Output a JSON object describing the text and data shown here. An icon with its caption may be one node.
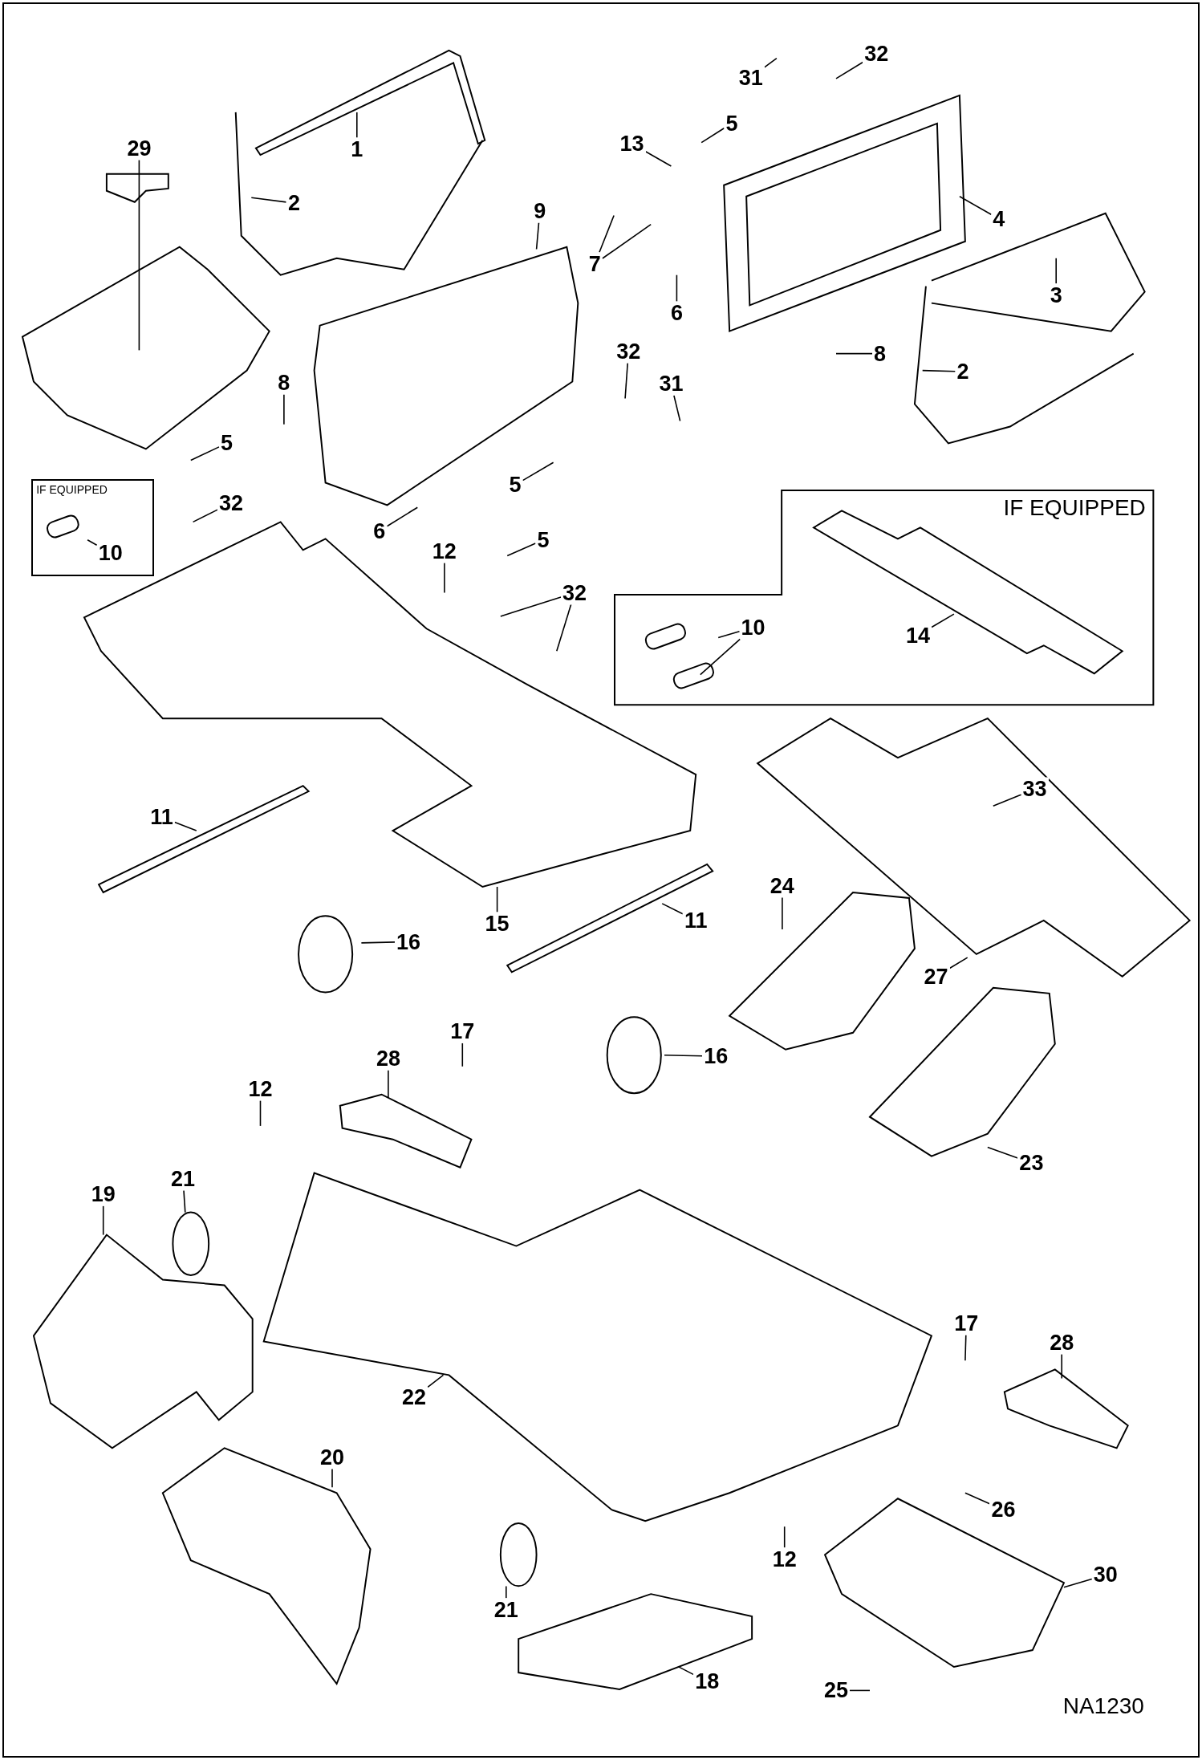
{
  "diagram": {
    "nodes": [
      {
        "text": [
          "1"
        ]
      },
      {
        "text": [
          "2"
        ]
      },
      {
        "text": [
          "29"
        ]
      },
      {
        "text": [
          "31"
        ]
      },
      {
        "text": [
          "32"
        ]
      },
      {
        "text": [
          "5"
        ]
      },
      {
        "text": [
          "13"
        ]
      },
      {
        "text": [
          "4"
        ]
      },
      {
        "text": [
          "9"
        ]
      },
      {
        "text": [
          "7"
        ]
      },
      {
        "text": [
          "3"
        ]
      },
      {
        "text": [
          "6"
        ]
      },
      {
        "text": [
          "8"
        ]
      },
      {
        "text": [
          "2"
        ]
      },
      {
        "text": [
          "8"
        ]
      },
      {
        "text": [
          "5"
        ]
      },
      {
        "text": [
          "32"
        ]
      },
      {
        "text": [
          "31"
        ]
      },
      {
        "text": [
          "5"
        ]
      },
      {
        "text": [
          "IF EQUIPPED"
        ]
      },
      {
        "text": [
          "10"
        ],
        "in": 19
      },
      {
        "text": [
          "32"
        ]
      },
      {
        "text": [
          "6"
        ]
      },
      {
        "text": [
          "12"
        ]
      },
      {
        "text": [
          "5"
        ]
      },
      {
        "text": [
          "32"
        ]
      },
      {
        "text": [
          "IF EQUIPPED"
        ]
      },
      {
        "text": [
          "10"
        ],
        "in": 26
      },
      {
        "text": [
          "14"
        ],
        "in": 26
      },
      {
        "text": [
          "33"
        ]
      },
      {
        "text": [
          "11"
        ]
      },
      {
        "text": [
          "15"
        ]
      },
      {
        "text": [
          "11"
        ]
      },
      {
        "text": [
          "16"
        ]
      },
      {
        "text": [
          "24"
        ]
      },
      {
        "text": [
          "27"
        ]
      },
      {
        "text": [
          "17"
        ]
      },
      {
        "text": [
          "16"
        ]
      },
      {
        "text": [
          "28"
        ]
      },
      {
        "text": [
          "12"
        ]
      },
      {
        "text": [
          "19"
        ]
      },
      {
        "text": [
          "21"
        ]
      },
      {
        "text": [
          "23"
        ]
      },
      {
        "text": [
          "17"
        ]
      },
      {
        "text": [
          "28"
        ]
      },
      {
        "text": [
          "22"
        ]
      },
      {
        "text": [
          "20"
        ]
      },
      {
        "text": [
          "26"
        ]
      },
      {
        "text": [
          "12"
        ]
      },
      {
        "text": [
          "30"
        ]
      },
      {
        "text": [
          "21"
        ]
      },
      {
        "text": [
          "18"
        ]
      },
      {
        "text": [
          "25"
        ]
      }
    ],
    "edges": [
      {
        "from": 0,
        "to": null,
        "arrow": "none"
      },
      {
        "from": 1,
        "to": null,
        "arrow": "none"
      },
      {
        "from": 2,
        "to": null,
        "arrow": "none"
      },
      {
        "from": 3,
        "to": null,
        "arrow": "none"
      },
      {
        "from": 4,
        "to": null,
        "arrow": "none"
      },
      {
        "from": 5,
        "to": null,
        "arrow": "none"
      },
      {
        "from": 6,
        "to": null,
        "arrow": "none"
      },
      {
        "from": 7,
        "to": null,
        "arrow": "none"
      },
      {
        "from": 8,
        "to": null,
        "arrow": "none"
      },
      {
        "from": 9,
        "to": null,
        "arrow": "none"
      },
      {
        "from": 9,
        "to": null,
        "arrow": "none"
      },
      {
        "from": 10,
        "to": null,
        "arrow": "none"
      },
      {
        "from": 11,
        "to": null,
        "arrow": "none"
      },
      {
        "from": 12,
        "to": null,
        "arrow": "none"
      },
      {
        "from": 13,
        "to": null,
        "arrow": "none"
      },
      {
        "from": 14,
        "to": null,
        "arrow": "none"
      },
      {
        "from": 15,
        "to": null,
        "arrow": "none"
      },
      {
        "from": 16,
        "to": null,
        "arrow": "none"
      },
      {
        "from": 17,
        "to": null,
        "arrow": "none"
      },
      {
        "from": 18,
        "to": null,
        "arrow": "none"
      },
      {
        "from": 20,
        "to": null,
        "arrow": "none"
      },
      {
        "from": 21,
        "to": null,
        "arrow": "none"
      },
      {
        "from": 22,
        "to": null,
        "arrow": "none"
      },
      {
        "from": 23,
        "to": null,
        "arrow": "none"
      },
      {
        "from": 24,
        "to": null,
        "arrow": "none"
      },
      {
        "from": 25,
        "to": null,
        "arrow": "none"
      },
      {
        "from": 25,
        "to": null,
        "arrow": "none"
      },
      {
        "from": 27,
        "to": null,
        "arrow": "none"
      },
      {
        "from": 27,
        "to": null,
        "arrow": "none"
      },
      {
        "from": 28,
        "to": null,
        "arrow": "none"
      },
      {
        "from": 29,
        "to": null,
        "arrow": "none"
      },
      {
        "from": 30,
        "to": null,
        "arrow": "none"
      },
      {
        "from": 31,
        "to": null,
        "arrow": "none"
      },
      {
        "from": 32,
        "to": null,
        "arrow": "none"
      },
      {
        "from": 33,
        "to": null,
        "arrow": "none"
      },
      {
        "from": 34,
        "to": null,
        "arrow": "none"
      },
      {
        "from": 35,
        "to": null,
        "arrow": "none"
      },
      {
        "from": 36,
        "to": null,
        "arrow": "none"
      },
      {
        "from": 37,
        "to": null,
        "arrow": "none"
      },
      {
        "from": 38,
        "to": null,
        "arrow": "none"
      },
      {
        "from": 39,
        "to": null,
        "arrow": "none"
      },
      {
        "from": 40,
        "to": null,
        "arrow": "none"
      },
      {
        "from": 41,
        "to": null,
        "arrow": "none"
      },
      {
        "from": 42,
        "to": null,
        "arrow": "none"
      },
      {
        "from": 43,
        "to": null,
        "arrow": "none"
      },
      {
        "from": 44,
        "to": null,
        "arrow": "none"
      },
      {
        "from": 45,
        "to": null,
        "arrow": "none"
      },
      {
        "from": 46,
        "to": null,
        "arrow": "none"
      },
      {
        "from": 47,
        "to": null,
        "arrow": "none"
      },
      {
        "from": 48,
        "to": null,
        "arrow": "none"
      },
      {
        "from": 49,
        "to": null,
        "arrow": "none"
      },
      {
        "from": 50,
        "to": null,
        "arrow": "none"
      },
      {
        "from": 51,
        "to": null,
        "arrow": "none"
      },
      {
        "from": 52,
        "to": null,
        "arrow": "none"
      }
    ],
    "labels": [
      "NA1230"
    ]
  }
}
